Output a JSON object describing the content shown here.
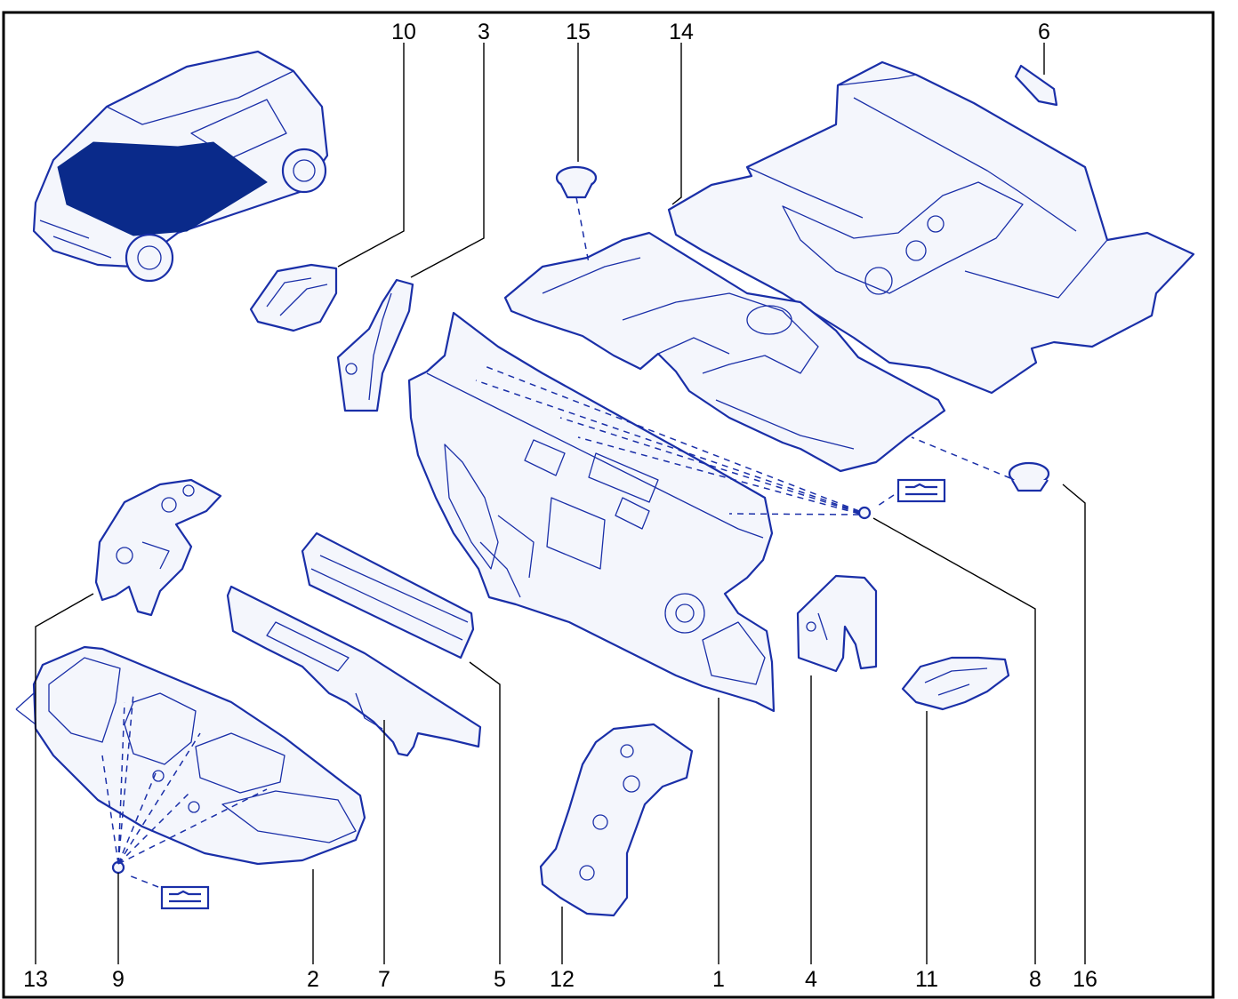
{
  "callouts": {
    "c1": "1",
    "c2": "2",
    "c3": "3",
    "c4": "4",
    "c5": "5",
    "c6": "6",
    "c7": "7",
    "c8": "8",
    "c9": "9",
    "c10": "10",
    "c11": "11",
    "c12": "12",
    "c13": "13",
    "c14": "14",
    "c15": "15",
    "c16": "16"
  },
  "colors": {
    "line": "#1a2fa8",
    "highlight": "#0a2a8a",
    "text": "#000000",
    "background": "#ffffff"
  },
  "icons": [
    "vehicle-thumbnail-icon",
    "clip-symbol-icon"
  ]
}
